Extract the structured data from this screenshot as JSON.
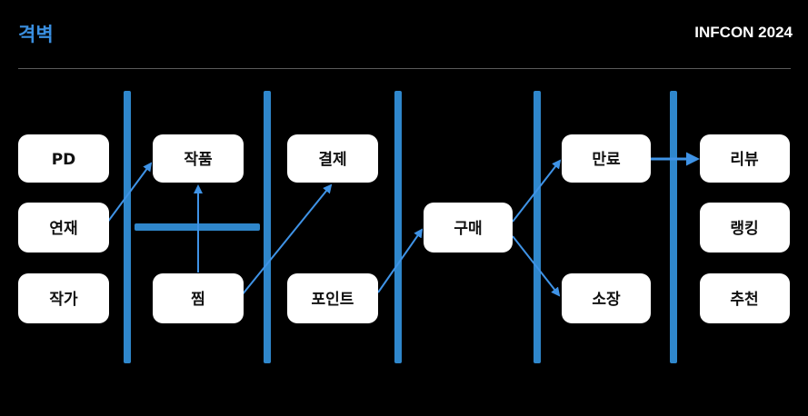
{
  "header": {
    "title": "격벽",
    "brand": "INFCON 2024"
  },
  "colors": {
    "background": "#000000",
    "title": "#3a8fe0",
    "wall": "#2f87cc",
    "arrow": "#3f93e6",
    "node": "#ffffff"
  },
  "nodes": [
    {
      "id": "pd",
      "label": "PD"
    },
    {
      "id": "serial",
      "label": "연재"
    },
    {
      "id": "author",
      "label": "작가"
    },
    {
      "id": "work",
      "label": "작품"
    },
    {
      "id": "wish",
      "label": "찜"
    },
    {
      "id": "payment",
      "label": "결제"
    },
    {
      "id": "point",
      "label": "포인트"
    },
    {
      "id": "purchase",
      "label": "구매"
    },
    {
      "id": "expire",
      "label": "만료"
    },
    {
      "id": "collection",
      "label": "소장"
    },
    {
      "id": "review",
      "label": "리뷰"
    },
    {
      "id": "ranking",
      "label": "랭킹"
    },
    {
      "id": "recommend",
      "label": "추천"
    }
  ],
  "edges": [
    {
      "from": "serial",
      "to": "work"
    },
    {
      "from": "wish",
      "to": "work"
    },
    {
      "from": "wish",
      "to": "payment"
    },
    {
      "from": "point",
      "to": "purchase"
    },
    {
      "from": "purchase",
      "to": "expire"
    },
    {
      "from": "purchase",
      "to": "collection"
    },
    {
      "from": "expire",
      "to": "review"
    }
  ]
}
